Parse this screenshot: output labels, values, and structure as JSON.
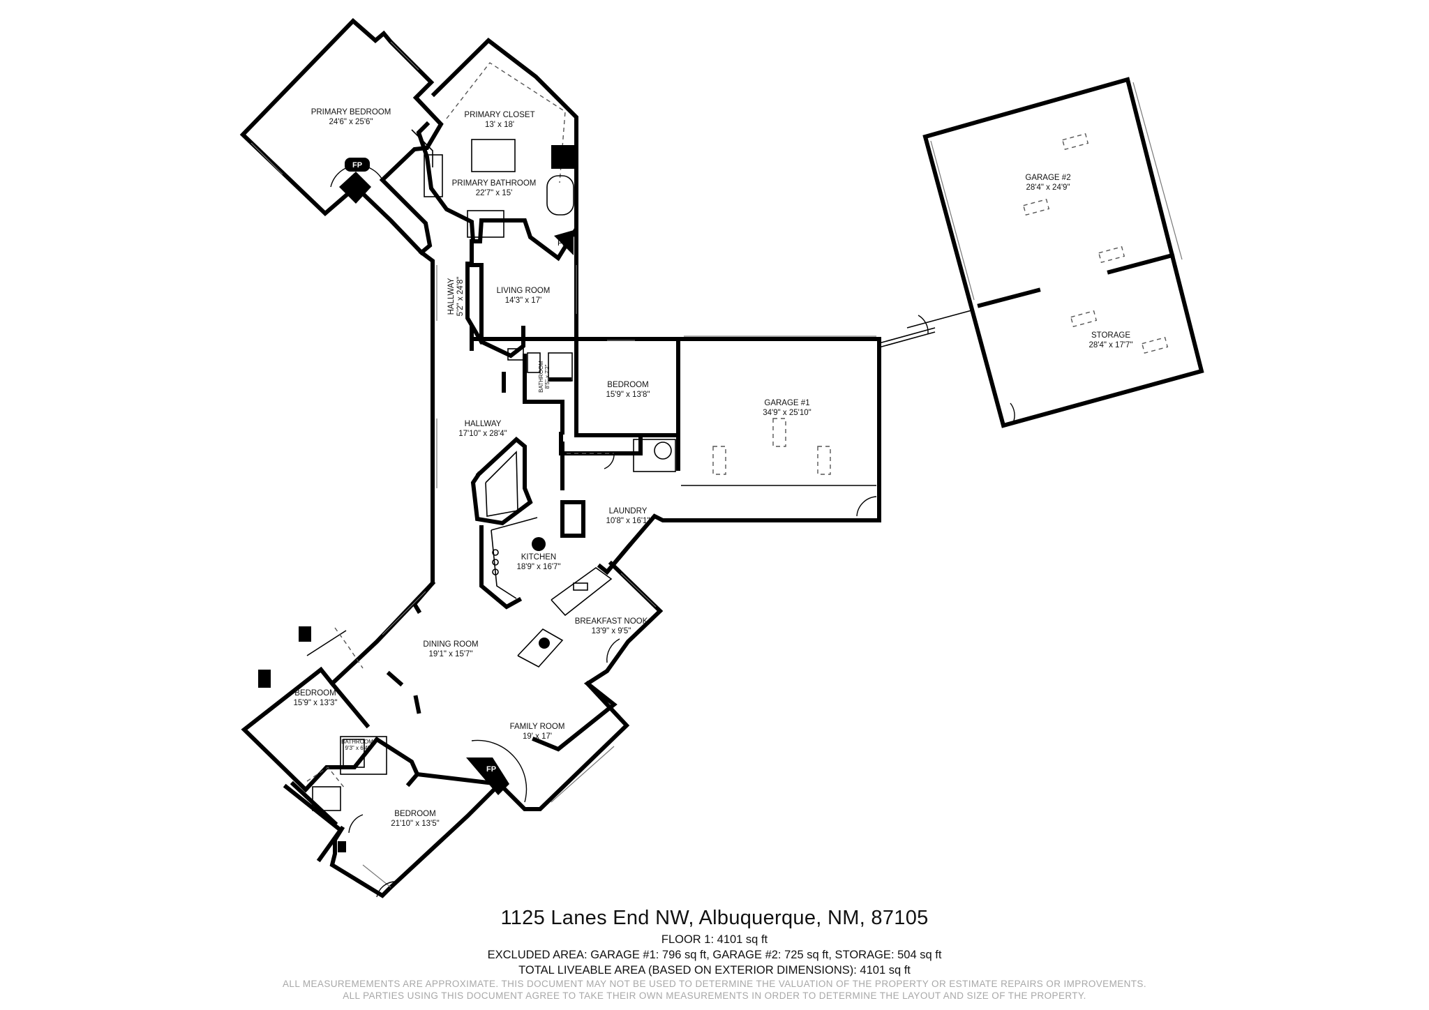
{
  "rooms": {
    "primary_bedroom": {
      "name": "PRIMARY BEDROOM",
      "dims": "24'6\" x 25'6\""
    },
    "primary_closet": {
      "name": "PRIMARY CLOSET",
      "dims": "13' x 18'"
    },
    "primary_bathroom": {
      "name": "PRIMARY BATHROOM",
      "dims": "22'7\" x 15'"
    },
    "hallway_1": {
      "name": "HALLWAY",
      "dims": "5'2\" x 24'8\""
    },
    "living_room": {
      "name": "LIVING ROOM",
      "dims": "14'3\" x 17'"
    },
    "bathroom_1": {
      "name": "BATHROOM",
      "dims": "8'5\" x 7'2\""
    },
    "bedroom_1": {
      "name": "BEDROOM",
      "dims": "15'9\" x 13'8\""
    },
    "garage_1": {
      "name": "GARAGE #1",
      "dims": "34'9\" x 25'10\""
    },
    "hallway_2": {
      "name": "HALLWAY",
      "dims": "17'10\" x 28'4\""
    },
    "laundry": {
      "name": "LAUNDRY",
      "dims": "10'8\" x 16'1\""
    },
    "kitchen": {
      "name": "KITCHEN",
      "dims": "18'9\" x 16'7\""
    },
    "breakfast_nook": {
      "name": "BREAKFAST NOOK",
      "dims": "13'9\" x 9'5\""
    },
    "dining_room": {
      "name": "DINING ROOM",
      "dims": "19'1\" x 15'7\""
    },
    "bedroom_2": {
      "name": "BEDROOM",
      "dims": "15'9\" x 13'3\""
    },
    "bathroom_2": {
      "name": "BATHROOM",
      "dims": "9'3\" x 6'4\""
    },
    "family_room": {
      "name": "FAMILY ROOM",
      "dims": "19' x 17'"
    },
    "bedroom_3": {
      "name": "BEDROOM",
      "dims": "21'10\" x 13'5\""
    },
    "garage_2": {
      "name": "GARAGE #2",
      "dims": "28'4\" x 24'9\""
    },
    "storage": {
      "name": "STORAGE",
      "dims": "28'4\" x 17'7\""
    }
  },
  "fireplace_label": "FP",
  "footer": {
    "address": "1125 Lanes End NW, Albuquerque, NM, 87105",
    "floor": "FLOOR 1: 4101 sq ft",
    "excluded": "EXCLUDED AREA: GARAGE #1: 796 sq ft, GARAGE #2: 725 sq ft, STORAGE: 504 sq ft",
    "total": "TOTAL LIVEABLE AREA (BASED ON EXTERIOR DIMENSIONS): 4101 sq ft",
    "disclaimer_1": "ALL MEASUREMEMENTS ARE APPROXIMATE. THIS DOCUMENT MAY NOT BE USED TO DETERMINE THE VALUATION OF THE PROPERTY OR ESTIMATE REPAIRS OR IMPROVEMENTS.",
    "disclaimer_2": "ALL PARTIES USING THIS DOCUMENT AGREE TO TAKE THEIR OWN MEASUREMENTS IN ORDER TO DETERMINE THE LAYOUT AND SIZE OF THE PROPERTY."
  },
  "colors": {
    "wall": "#000000",
    "background": "#ffffff",
    "disclaimer": "#a8a8a8"
  }
}
